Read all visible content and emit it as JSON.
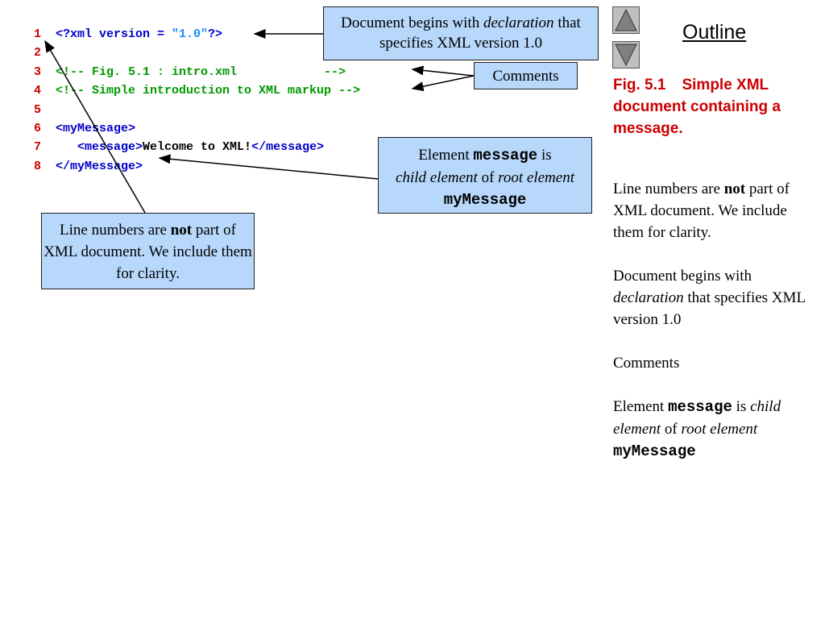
{
  "code_lines": [
    {
      "num": "1",
      "parts": [
        {
          "t": "<?xml version = ",
          "c": "tag"
        },
        {
          "t": "\"1.0\"",
          "c": "str"
        },
        {
          "t": "?>",
          "c": "tag"
        }
      ]
    },
    {
      "num": "2",
      "parts": []
    },
    {
      "num": "3",
      "parts": [
        {
          "t": "<!-- Fig. 5.1 : intro.xml            -->",
          "c": "com"
        }
      ]
    },
    {
      "num": "4",
      "parts": [
        {
          "t": "<!-- Simple introduction to XML markup -->",
          "c": "com"
        }
      ]
    },
    {
      "num": "5",
      "parts": []
    },
    {
      "num": "6",
      "parts": [
        {
          "t": "<myMessage>",
          "c": "tag"
        }
      ]
    },
    {
      "num": "7",
      "parts": [
        {
          "t": "   <message>",
          "c": "tag"
        },
        {
          "t": "Welcome to XML!",
          "c": "txt"
        },
        {
          "t": "</message>",
          "c": "tag"
        }
      ]
    },
    {
      "num": "8",
      "parts": [
        {
          "t": "</myMessage>",
          "c": "tag"
        }
      ]
    }
  ],
  "callouts": {
    "declaration": {
      "pre": "Document begins with ",
      "em": "declaration",
      "post": " that specifies XML version 1.0"
    },
    "comments": {
      "text": "Comments"
    },
    "child": {
      "t1": "Element ",
      "code1": "message",
      "t2": " is ",
      "em1": "child element",
      "t3": " of ",
      "em2": "root element",
      "t4": " ",
      "code2": "myMessage"
    },
    "linenums": {
      "pre": "Line numbers are ",
      "strong": "not",
      "post": " part of XML document. We include them for clarity."
    }
  },
  "nav": {
    "up_icon": "triangle-up-icon",
    "down_icon": "triangle-down-icon"
  },
  "outline_link": "Outline",
  "figure": {
    "label": "Fig. 5.1",
    "title": "Simple XML document containing a message."
  },
  "sidebar": {
    "linenums": {
      "pre": "Line numbers are ",
      "strong": "not",
      "post": " part of XML document. We include them for clarity."
    },
    "declaration": {
      "pre": "Document begins with ",
      "em": "declaration",
      "post": " that specifies XML version 1.0"
    },
    "comments": "Comments",
    "child": {
      "t1": "Element ",
      "code1": "message",
      "t2": " is ",
      "em1": "child element",
      "t3": " of ",
      "em2": "root element",
      "code2": "myMessage"
    }
  },
  "colors": {
    "line_number": "#cc0000",
    "tag": "#0000cc",
    "string": "#1a8fff",
    "comment": "#009900",
    "callout_bg": "#b7d7fb",
    "figure_title": "#cc0000"
  }
}
